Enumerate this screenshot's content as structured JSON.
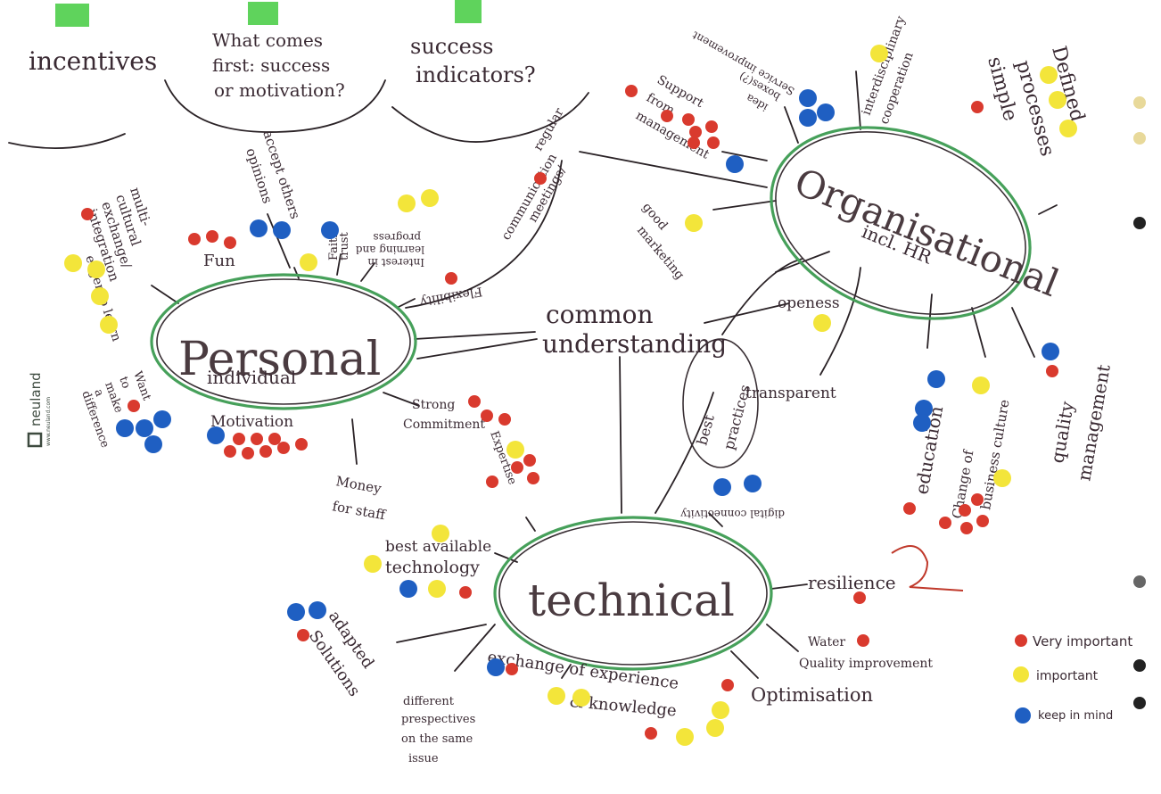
{
  "colors": {
    "very_important": "#d93a2e",
    "important": "#f3e53a",
    "keep_in_mind": "#1f5fc2",
    "cluster_outline": "#46a05a",
    "sticky": "#5fd35c",
    "ink": "#2a2226"
  },
  "top_notes": {
    "incentives": "incentives",
    "what_first_1": "What comes",
    "what_first_2": "first: success",
    "what_first_3": "or motivation?",
    "success_1": "success",
    "success_2": "indicators?"
  },
  "clusters": {
    "personal": "Personal",
    "personal_sub": "individual",
    "organisational": "Organisational",
    "organisational_sub": "incl. HR",
    "technical": "technical",
    "common_1": "common",
    "common_2": "understanding"
  },
  "labels": {
    "accept_1": "accept others",
    "accept_2": "opinions",
    "multi_1": "multi-",
    "multi_2": "cultural",
    "multi_3": "exchange/",
    "multi_4": "integration",
    "eager": "eager to learn",
    "fun": "Fun",
    "faith_1": "Faith",
    "faith_2": "trust",
    "interest_1": "Interest in",
    "interest_2": "learning and",
    "interest_3": "progress",
    "flexibility": "Flexibility",
    "want_1": "Want",
    "want_2": "to",
    "want_3": "make",
    "want_4": "a",
    "want_5": "difference",
    "motivation": "Motivation",
    "strong_1": "Strong",
    "strong_2": "Commitment",
    "expertise": "Expertise",
    "money_1": "Money",
    "money_2": "for staff",
    "regular_1": "regular",
    "regular_2": "meetings/",
    "regular_3": "communication",
    "good_1": "good",
    "good_2": "marketing",
    "openess": "openess",
    "best_1": "best",
    "best_2": "practices",
    "transparent": "transparent",
    "support_1": "Support",
    "support_2": "from",
    "support_3": "management",
    "idea_1": "idea",
    "idea_2": "boxes(?)",
    "service": "Service improvement",
    "interdisc_1": "interdisciplinary",
    "interdisc_2": "cooperation",
    "simple_1": "simple",
    "simple_2": "processes",
    "simple_3": "Defined",
    "education": "education",
    "change_1": "Change of",
    "change_2": "business culture",
    "quality_1": "quality",
    "quality_2": "management",
    "digital": "digital connectivity",
    "best_tech_1": "best available",
    "best_tech_2": "technology",
    "adapted_1": "adapted",
    "adapted_2": "Solutions",
    "resilience": "resilience",
    "water_1": "Water",
    "water_2": "Quality improvement",
    "optimisation": "Optimisation",
    "exchange_1": "exchange of experience",
    "exchange_2": "& knowledge",
    "different_1": "different",
    "different_2": "prespectives",
    "different_3": "on the same",
    "different_4": "issue"
  },
  "legend": {
    "very_important": "Very important",
    "important": "important",
    "keep_in_mind": "keep in mind"
  },
  "logo": {
    "brand": "neuland",
    "url": "www.neuland.com"
  }
}
